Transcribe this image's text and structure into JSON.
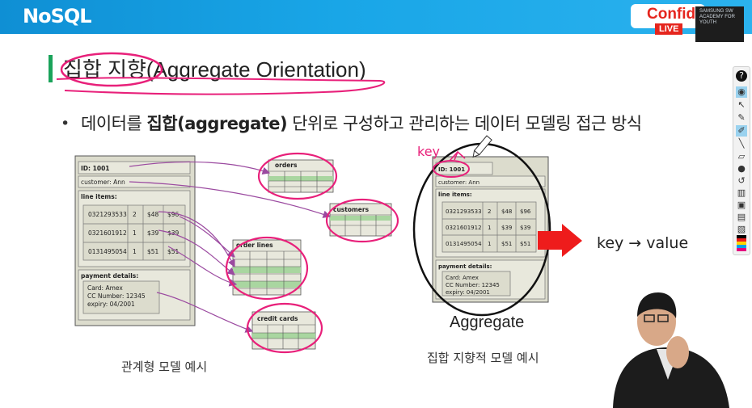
{
  "header": {
    "logo": "NoSQL",
    "badge_text": "Confide",
    "badge_live": "LIVE",
    "samsung_text": "SAMSUNG SW ACADEMY FOR YOUTH"
  },
  "slide": {
    "title": "집합 지향(Aggregate Orientation)",
    "bullet_marker": "•",
    "bullet_text": "데이터를 집합(aggregate) 단위로 구성하고 관리하는 데이터 모델링 접근 방식"
  },
  "left_diagram": {
    "id": "ID: 1001",
    "customer": "customer: Ann",
    "line_items_label": "line items:",
    "line_items": [
      [
        "0321293533",
        "2",
        "$48",
        "$96"
      ],
      [
        "0321601912",
        "1",
        "$39",
        "$39"
      ],
      [
        "0131495054",
        "1",
        "$51",
        "$51"
      ]
    ],
    "payment_label": "payment details:",
    "payment": [
      "Card: Amex",
      "CC Number: 12345",
      "expiry: 04/2001"
    ],
    "tables": [
      "orders",
      "customers",
      "order lines",
      "credit cards"
    ],
    "caption": "관계형 모델 예시"
  },
  "right_diagram": {
    "id": "ID: 1001",
    "customer": "customer: Ann",
    "line_items_label": "line items:",
    "line_items": [
      [
        "0321293533",
        "2",
        "$48",
        "$96"
      ],
      [
        "0321601912",
        "1",
        "$39",
        "$39"
      ],
      [
        "0131495054",
        "1",
        "$51",
        "$51"
      ]
    ],
    "payment_label": "payment details:",
    "payment": [
      "Card: Amex",
      "CC Number: 12345",
      "expiry: 04/2001"
    ],
    "key_label": "key",
    "kv_text": "key → value",
    "aggregate_label": "Aggregate",
    "caption": "집합 지향적 모델 예시"
  },
  "colors": {
    "header_blue": "#19a6e7",
    "accent_green": "#1aa35a",
    "annotation_magenta": "#e8207a",
    "arrow_purple": "#9b4aa0",
    "red_arrow": "#ee1c1c",
    "doc_fill": "#dcdccd"
  },
  "toolbar_icons": [
    "help-icon",
    "eye-icon",
    "cursor-icon",
    "pen-icon",
    "highlighter-icon",
    "line-icon",
    "eraser-icon",
    "dot-icon",
    "undo-icon",
    "trash-icon",
    "stamp-icon",
    "camera-icon",
    "clipboard-icon",
    "color-palette-icon"
  ]
}
